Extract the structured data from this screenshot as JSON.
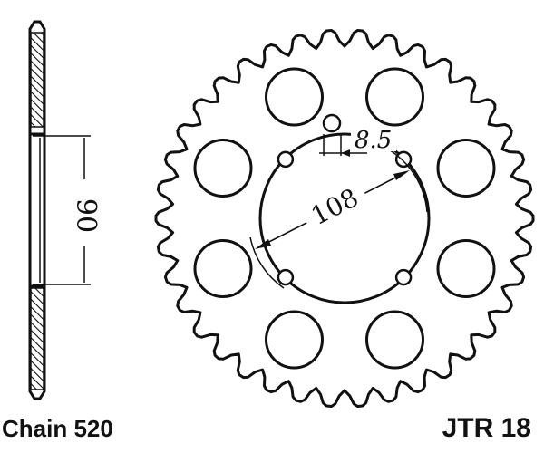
{
  "dimensions": {
    "thickness_label": "90",
    "bolt_hole_label": "8.5",
    "bolt_circle_label": "108"
  },
  "captions": {
    "chain": "Chain 520",
    "part_number": "JTR 18"
  },
  "sprocket": {
    "tooth_count": 38,
    "lightening_hole_count": 8,
    "bolt_hole_count": 4
  },
  "colors": {
    "ink": "#111111",
    "paper": "#ffffff"
  }
}
